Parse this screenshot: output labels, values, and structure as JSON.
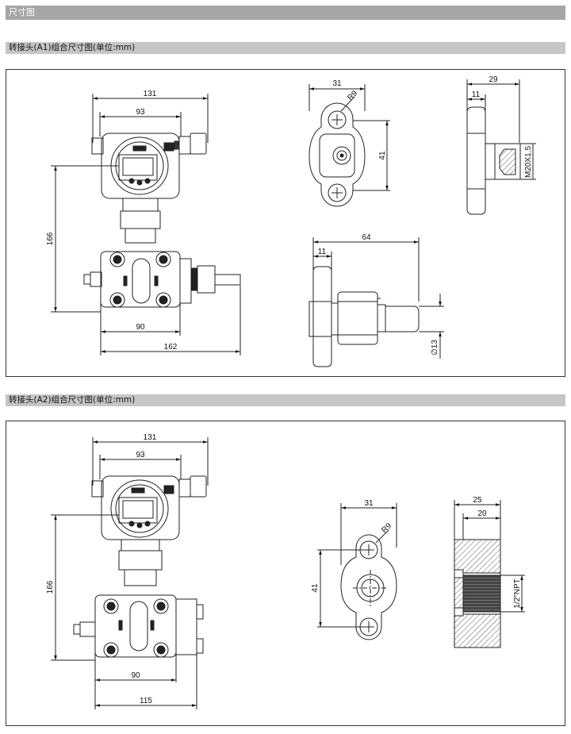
{
  "header": {
    "title": "尺寸图"
  },
  "section_a1": {
    "title": "转接头(A1)组合尺寸图(单位:mm)",
    "dims": {
      "d131": "131",
      "d93": "93",
      "d166": "166",
      "d90": "90",
      "d162": "162",
      "d31": "31",
      "dR9": "R9",
      "d41": "41",
      "d29": "29",
      "d11a": "11",
      "dM20": "M20X1.5",
      "d64": "64",
      "d11b": "11",
      "d13": "∅13"
    }
  },
  "section_a2": {
    "title": "转接头(A2)组合尺寸图(单位:mm)",
    "dims": {
      "d131": "131",
      "d93": "93",
      "d166": "166",
      "d90": "90",
      "d115": "115",
      "d31": "31",
      "dR9": "R9",
      "d41": "41",
      "d25": "25",
      "d20": "20",
      "dNPT": "1/2\"NPT"
    }
  }
}
